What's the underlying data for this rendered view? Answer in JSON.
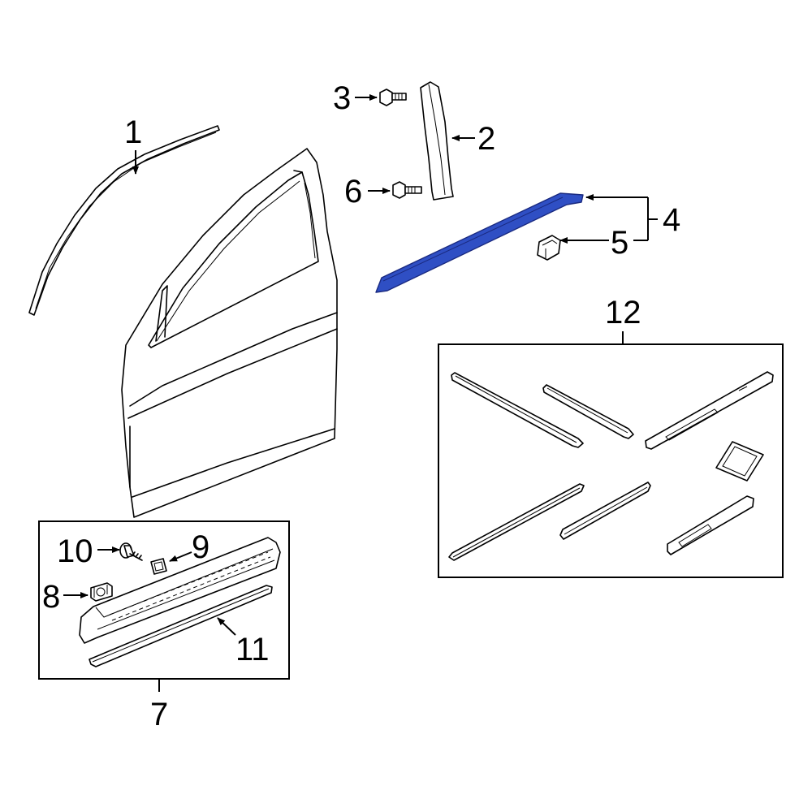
{
  "highlight_color": "#2f4fc4",
  "callouts": {
    "c1": "1",
    "c2": "2",
    "c3": "3",
    "c4": "4",
    "c5": "5",
    "c6": "6",
    "c7": "7",
    "c8": "8",
    "c9": "9",
    "c10": "10",
    "c11": "11",
    "c12": "12"
  }
}
